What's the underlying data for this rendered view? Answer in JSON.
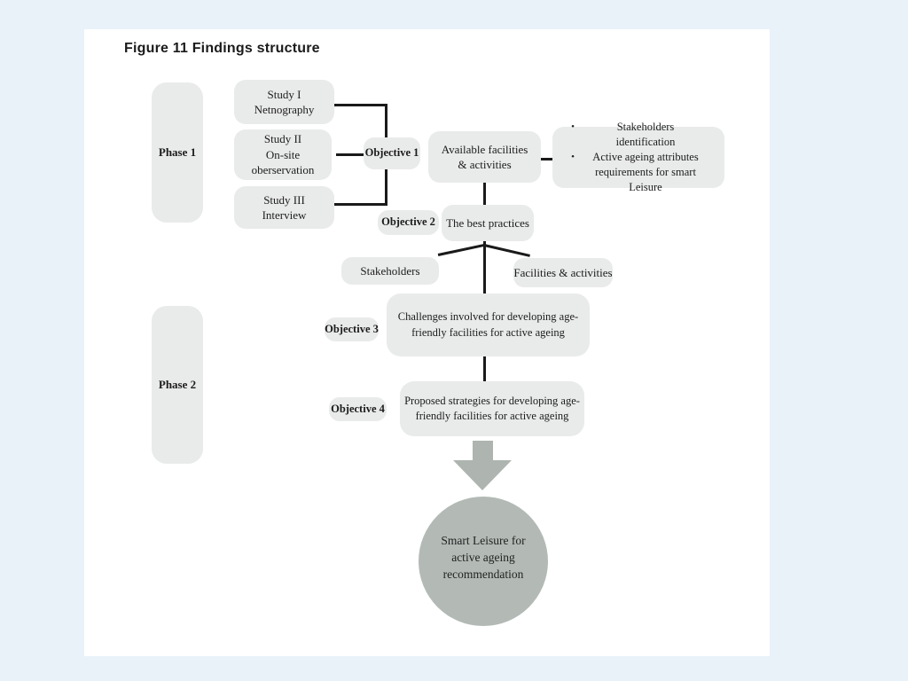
{
  "title": "Figure 11 Findings structure",
  "colors": {
    "page_bg": "#e9f1f9",
    "canvas_bg": "#ffffff",
    "box_fill": "#e9eaea",
    "connector": "#1a1a1a",
    "arrow": "#aeb5b0",
    "circle_fill": "#b3bab5",
    "text": "#1c1c1c"
  },
  "phases": {
    "phase1": "Phase 1",
    "phase2": "Phase 2"
  },
  "studies": {
    "study1": [
      "Study I",
      "Netnography"
    ],
    "study2": [
      "Study II",
      "On-site",
      "oberservation"
    ],
    "study3": [
      "Study III",
      "Interview"
    ]
  },
  "objectives": {
    "o1": "Objective 1",
    "o2": "Objective 2",
    "o3": "Objective 3",
    "o4": "Objective 4"
  },
  "nodes": {
    "available": [
      "Available facilities",
      "& activities"
    ],
    "bullet_items": [
      "Stakeholders identification",
      "Active ageing attributes requirements for smart Leisure"
    ],
    "bullet_glyph": "•",
    "best_practices": "The best practices",
    "stakeholders": "Stakeholders",
    "facilities": "Facilities & activities",
    "challenges": [
      "Challenges involved for developing age-",
      "friendly facilities for active ageing"
    ],
    "strategies": [
      "Proposed strategies for developing age-",
      "friendly facilities for active ageing"
    ],
    "outcome": [
      "Smart Leisure for",
      "active ageing",
      "recommendation"
    ]
  }
}
